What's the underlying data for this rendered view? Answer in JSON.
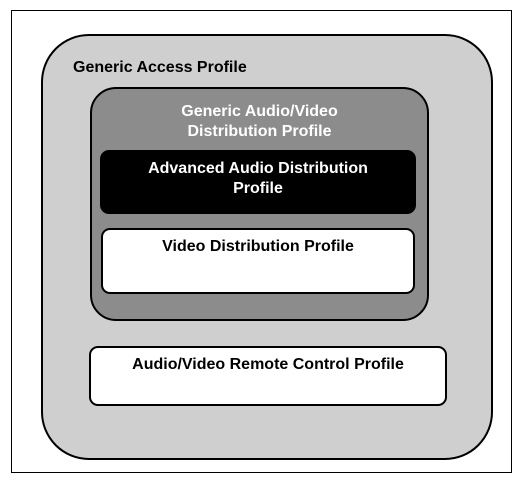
{
  "diagram": {
    "gap": {
      "label": "Generic Access Profile",
      "color": "#cfcfcf"
    },
    "gavdp": {
      "label_lines": [
        "Generic Audio/Video",
        "Distribution Profile"
      ],
      "color": "#8c8c8c"
    },
    "a2dp": {
      "label_lines": [
        "Advanced Audio Distribution",
        "Profile"
      ],
      "color": "#000000"
    },
    "vdp": {
      "label": "Video Distribution Profile",
      "color": "#ffffff"
    },
    "avrcp": {
      "label": "Audio/Video Remote Control Profile",
      "color": "#ffffff"
    }
  }
}
